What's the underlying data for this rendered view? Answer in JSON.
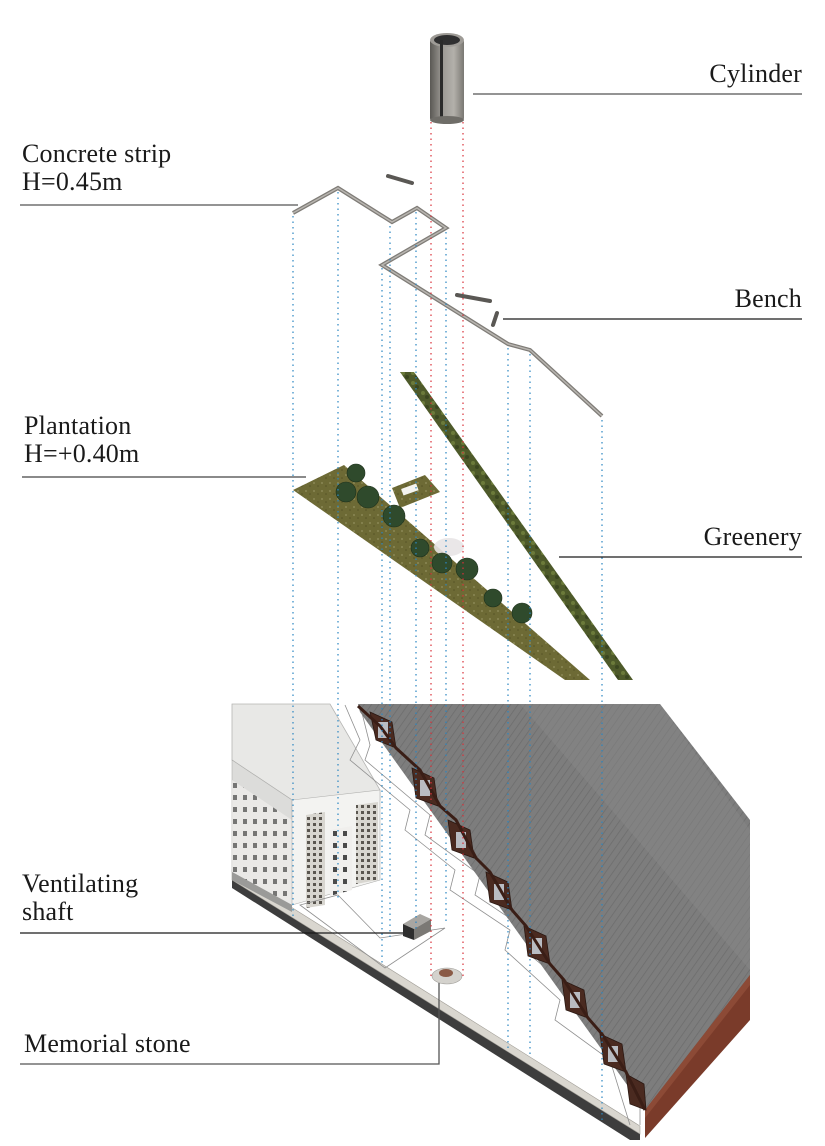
{
  "diagram": {
    "type": "exploded axonometric",
    "colors": {
      "leader_line": "#1a1a1a",
      "projection_blue": "#2a86c2",
      "projection_red": "#d9313a",
      "concrete": "#8a8782",
      "grass": "#6b6a32",
      "tree": "#2f4a2c",
      "hedge": "#4d5a2a",
      "roof": "#7c7c7c",
      "brick": "#7a3b2a",
      "building": "#e6e6e4"
    },
    "labels": {
      "cylinder": "Cylinder",
      "concrete_strip": [
        "Concrete strip",
        "H=0.45m"
      ],
      "bench": "Bench",
      "plantation": [
        "Plantation",
        "H=+0.40m"
      ],
      "greenery": "Greenery",
      "ventilating_shaft": [
        "Ventilating",
        "shaft"
      ],
      "memorial_stone": "Memorial stone"
    }
  }
}
